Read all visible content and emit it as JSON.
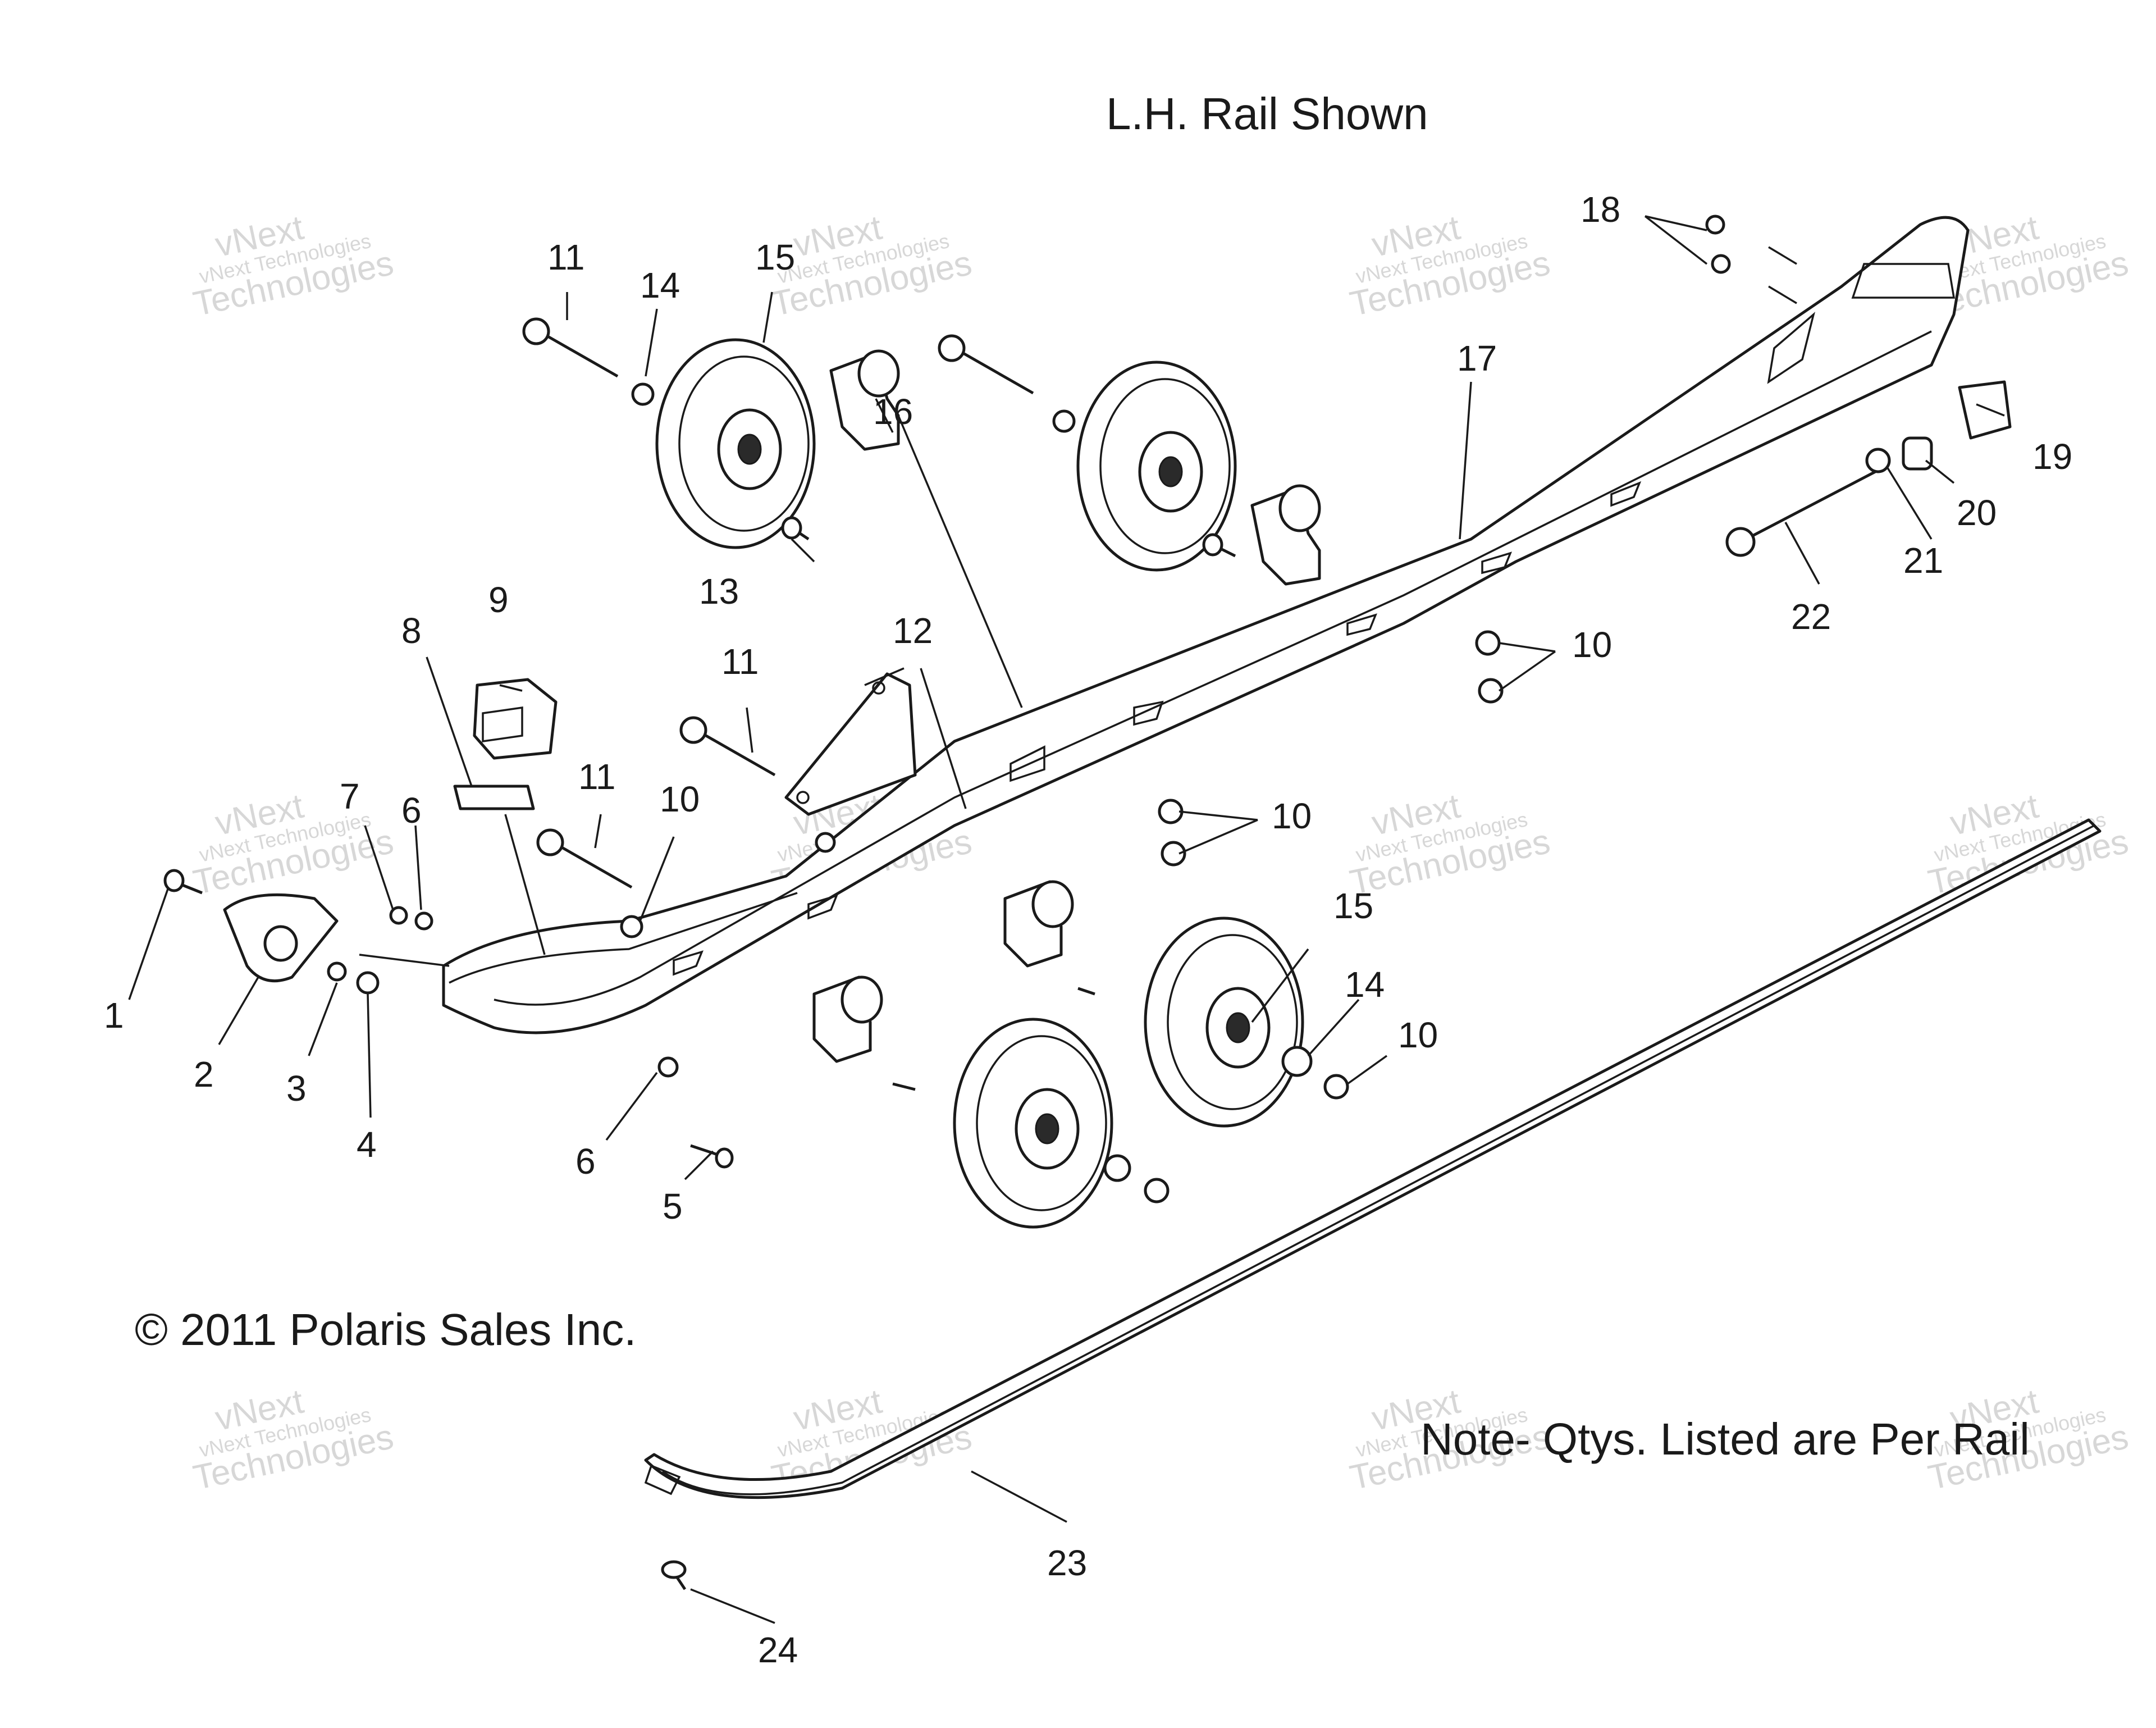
{
  "title": "L.H. Rail Shown",
  "copyright": "© 2011 Polaris Sales Inc.",
  "note": "Note- Qtys. Listed are Per Rail",
  "watermark": {
    "line1": "vNext Technologies",
    "line2": "vNext",
    "line3": "Technologies"
  },
  "callouts": [
    "1",
    "2",
    "3",
    "4",
    "5",
    "6",
    "6",
    "7",
    "8",
    "9",
    "10",
    "10",
    "10",
    "10",
    "11",
    "11",
    "11",
    "12",
    "13",
    "14",
    "14",
    "15",
    "15",
    "16",
    "17",
    "18",
    "19",
    "20",
    "21",
    "22",
    "23",
    "24"
  ]
}
